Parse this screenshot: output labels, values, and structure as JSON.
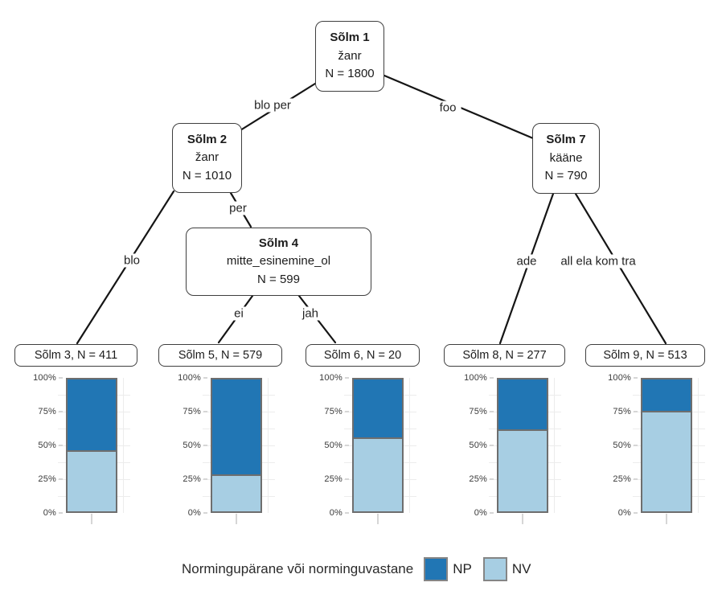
{
  "colors": {
    "np": "#2176b4",
    "nv": "#a7cee3",
    "bar_border": "#6e6e6e",
    "node_border": "#3f3f3f",
    "edge_line": "#151515",
    "grid": "#ececec",
    "tick": "#d6d6d6"
  },
  "tree": {
    "nodes": [
      {
        "title": "Sõlm 1",
        "variable": "žanr",
        "n_label": "N = 1800"
      },
      {
        "title": "Sõlm 2",
        "variable": "žanr",
        "n_label": "N = 1010"
      },
      {
        "title": "Sõlm 4",
        "variable": "mitte_esinemine_ol",
        "n_label": "N = 599"
      },
      {
        "title": "Sõlm 7",
        "variable": "kääne",
        "n_label": "N = 790"
      }
    ],
    "edges": [
      {
        "label": "blo per"
      },
      {
        "label": "foo"
      },
      {
        "label": "blo"
      },
      {
        "label": "per"
      },
      {
        "label": "ei"
      },
      {
        "label": "jah"
      },
      {
        "label": "ade"
      },
      {
        "label": "all ela kom tra"
      }
    ]
  },
  "chart_data": [
    {
      "type": "bar",
      "stacked": true,
      "title": "Sõlm 3, N = 411",
      "node": "Sõlm 3",
      "n": 411,
      "categories": [
        "Sõlm 3"
      ],
      "series": [
        {
          "name": "NP",
          "values": [
            55
          ]
        },
        {
          "name": "NV",
          "values": [
            45
          ]
        }
      ],
      "ylim": [
        0,
        100
      ],
      "yticks": [
        "0%",
        "25%",
        "50%",
        "75%",
        "100%"
      ],
      "grid": true
    },
    {
      "type": "bar",
      "stacked": true,
      "title": "Sõlm 5, N = 579",
      "node": "Sõlm 5",
      "n": 579,
      "categories": [
        "Sõlm 5"
      ],
      "series": [
        {
          "name": "NP",
          "values": [
            73
          ]
        },
        {
          "name": "NV",
          "values": [
            27
          ]
        }
      ],
      "ylim": [
        0,
        100
      ],
      "yticks": [
        "0%",
        "25%",
        "50%",
        "75%",
        "100%"
      ],
      "grid": true
    },
    {
      "type": "bar",
      "stacked": true,
      "title": "Sõlm 6, N = 20",
      "node": "Sõlm 6",
      "n": 20,
      "categories": [
        "Sõlm 6"
      ],
      "series": [
        {
          "name": "NP",
          "values": [
            45
          ]
        },
        {
          "name": "NV",
          "values": [
            55
          ]
        }
      ],
      "ylim": [
        0,
        100
      ],
      "yticks": [
        "0%",
        "25%",
        "50%",
        "75%",
        "100%"
      ],
      "grid": true
    },
    {
      "type": "bar",
      "stacked": true,
      "title": "Sõlm 8, N = 277",
      "node": "Sõlm 8",
      "n": 277,
      "categories": [
        "Sõlm 8"
      ],
      "series": [
        {
          "name": "NP",
          "values": [
            39
          ]
        },
        {
          "name": "NV",
          "values": [
            61
          ]
        }
      ],
      "ylim": [
        0,
        100
      ],
      "yticks": [
        "0%",
        "25%",
        "50%",
        "75%",
        "100%"
      ],
      "grid": true
    },
    {
      "type": "bar",
      "stacked": true,
      "title": "Sõlm 9, N = 513",
      "node": "Sõlm 9",
      "n": 513,
      "categories": [
        "Sõlm 9"
      ],
      "series": [
        {
          "name": "NP",
          "values": [
            25
          ]
        },
        {
          "name": "NV",
          "values": [
            75
          ]
        }
      ],
      "ylim": [
        0,
        100
      ],
      "yticks": [
        "0%",
        "25%",
        "50%",
        "75%",
        "100%"
      ],
      "grid": true
    }
  ],
  "legend": {
    "title": "Normingupärane või norminguvastane",
    "position": "bottom",
    "items": [
      {
        "label": "NP",
        "color": "#2176b4"
      },
      {
        "label": "NV",
        "color": "#a7cee3"
      }
    ]
  }
}
